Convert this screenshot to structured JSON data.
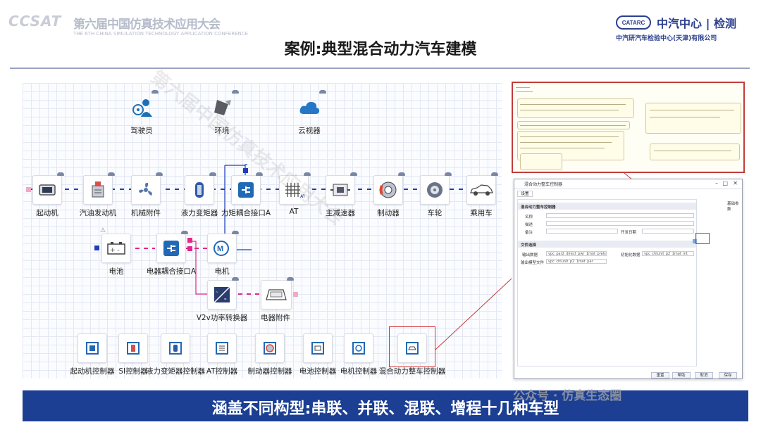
{
  "header": {
    "logo_mark": "CCSAT",
    "conference_title": "第六届中国仿真技术应用大会",
    "conference_subtitle": "THE 6TH CHINA SIMULATION TECHNOLOGY APPLICATION CONFERENCE",
    "brand_badge": "CATARC",
    "brand_name": "中汽中心 | 检测",
    "brand_sub": "中汽研汽车检验中心(天津)有限公司",
    "title": "案例:典型混合动力汽车建模"
  },
  "nodes": {
    "driver": "驾驶员",
    "environment": "环境",
    "cloud_viewer": "云视器",
    "starter": "起动机",
    "engine": "汽油发动机",
    "accessory": "机械附件",
    "torque_converter": "液力变矩器",
    "coupler_a": "力矩耦合接口A",
    "at": "AT",
    "final_drive": "主减速器",
    "brake": "制动器",
    "wheel": "车轮",
    "vehicle": "乘用车",
    "battery": "电池",
    "elec_coupler": "电器耦合接口A",
    "motor": "电机",
    "v2v": "V2v功率转换器",
    "elec_accessory": "电器附件"
  },
  "controllers": [
    "起动机控制器",
    "SI控制器",
    "液力变矩器控制器",
    "AT控制器",
    "制动器控制器",
    "电池控制器",
    "电机控制器",
    "混合动力整车控制器"
  ],
  "dialog": {
    "title": "混合动力整车控制器",
    "tab": "设置",
    "section1": "混合动力整车控制器",
    "labels": [
      "名称",
      "描述",
      "备注"
    ],
    "date_label": "开发日期",
    "section2": "文件选择",
    "file_label1": "输出数据",
    "file_value1": "vpc_par2_direct_pwr_1mot_prels",
    "file_label2": "初始化数据",
    "file_value2": "vpc_chlunit_p2_1mot_int",
    "file_label3": "输出模型文件",
    "file_value3": "vpc_chlunit_p2_1mot_par",
    "side_label": "基础参数",
    "buttons": [
      "重置",
      "帮助",
      "取消",
      "保存"
    ]
  },
  "banner": "涵盖不同构型:串联、并联、混联、增程十几种车型",
  "watermark": "公众号 · 仿真生态圈",
  "diag_watermark": "第六届中国仿真技术应用大会",
  "colors": {
    "primary": "#1c3f94",
    "port_blue": "#1f3fb8",
    "port_magenta": "#e4268a",
    "highlight": "#d23232"
  }
}
